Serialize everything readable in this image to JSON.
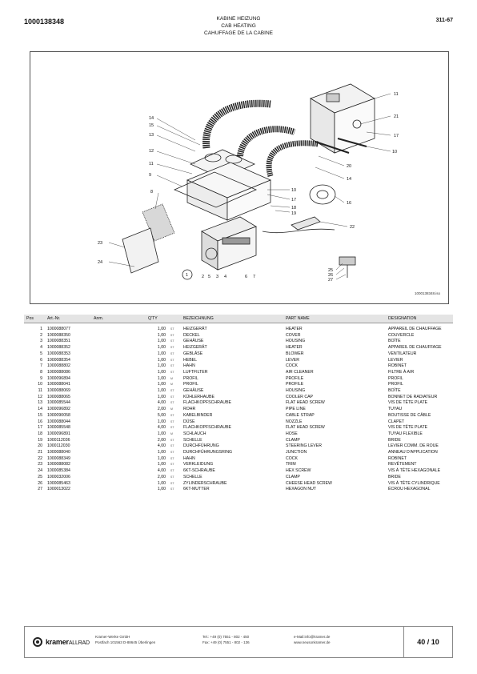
{
  "header": {
    "doc_number": "1000138348",
    "title_de": "KABINE HEIZUNG",
    "title_en": "CAB HEATING",
    "title_fr": "CAHUFFAGE DE LA CABINE",
    "page_code": "311-67"
  },
  "figure": {
    "callouts": [
      "1",
      "2",
      "3",
      "4",
      "5",
      "6",
      "7",
      "8",
      "9",
      "10",
      "11",
      "12",
      "13",
      "14",
      "15",
      "16",
      "17",
      "18",
      "19",
      "20",
      "21",
      "22",
      "23",
      "24",
      "25",
      "26",
      "27"
    ],
    "reference": "1000138348.iso"
  },
  "table": {
    "headers": {
      "pos": "Pos",
      "art": "Art.-Nr.",
      "anm": "Anm.",
      "qty": "Q'TY",
      "bez": "BEZEICHNUNG",
      "pn": "PART NAME",
      "des": "DESIGNATION"
    },
    "rows": [
      {
        "pos": "1",
        "art": "1000088077",
        "qty": "1,00",
        "unit": "ST",
        "bez": "HEIZGERÄT",
        "pn": "HEATER",
        "des": "APPAREIL DE CHAUFFAGE"
      },
      {
        "pos": "2",
        "art": "1000088350",
        "qty": "1,00",
        "unit": "ST",
        "bez": "DECKEL",
        "pn": "COVER",
        "des": "COUVERCLE"
      },
      {
        "pos": "3",
        "art": "1000088351",
        "qty": "1,00",
        "unit": "ST",
        "bez": "GEHÄUSE",
        "pn": "HOUSING",
        "des": "BOÎTE"
      },
      {
        "pos": "4",
        "art": "1000088352",
        "qty": "1,00",
        "unit": "ST",
        "bez": "HEIZGERÄT",
        "pn": "HEATER",
        "des": "APPAREIL DE CHAUFFAGE"
      },
      {
        "pos": "5",
        "art": "1000088353",
        "qty": "1,00",
        "unit": "ST",
        "bez": "GEBLÄSE",
        "pn": "BLOWER",
        "des": "VENTILATEUR"
      },
      {
        "pos": "6",
        "art": "1000088354",
        "qty": "1,00",
        "unit": "ST",
        "bez": "HEBEL",
        "pn": "LEVER",
        "des": "LEVIER"
      },
      {
        "pos": "7",
        "art": "1000088802",
        "qty": "1,00",
        "unit": "ST",
        "bez": "HAHN",
        "pn": "COCK",
        "des": "ROBINET"
      },
      {
        "pos": "8",
        "art": "1000088086",
        "qty": "1,00",
        "unit": "ST",
        "bez": "LUFTFILTER",
        "pn": "AIR CLEANER",
        "des": "FILTRE À AIR"
      },
      {
        "pos": "9",
        "art": "1000096894",
        "qty": "1,00",
        "unit": "M",
        "bez": "PROFIL",
        "pn": "PROFILE",
        "des": "PROFIL"
      },
      {
        "pos": "10",
        "art": "1000088041",
        "qty": "1,00",
        "unit": "M",
        "bez": "PROFIL",
        "pn": "PROFILE",
        "des": "PROFIL"
      },
      {
        "pos": "11",
        "art": "1000088069",
        "qty": "1,00",
        "unit": "ST",
        "bez": "GEHÄUSE",
        "pn": "HOUSING",
        "des": "BOÎTE"
      },
      {
        "pos": "12",
        "art": "1000088065",
        "qty": "1,00",
        "unit": "ST",
        "bez": "KÜHLERHAUBE",
        "pn": "COOLER CAP",
        "des": "BONNET DE RADIATEUR"
      },
      {
        "pos": "13",
        "art": "1000085544",
        "qty": "4,00",
        "unit": "ST",
        "bez": "FLACHKOPFSCHRAUBE",
        "pn": "FLAT HEAD SCREW",
        "des": "VIS DE TÊTE PLATE"
      },
      {
        "pos": "14",
        "art": "1000096892",
        "qty": "2,00",
        "unit": "M",
        "bez": "ROHR",
        "pn": "PIPE LINE",
        "des": "TUYAU"
      },
      {
        "pos": "15",
        "art": "1000090058",
        "qty": "5,00",
        "unit": "ST",
        "bez": "KABELBINDER",
        "pn": "CABLE STRAP",
        "des": "BOUTISSE DE CÂBLE"
      },
      {
        "pos": "16",
        "art": "1000088044",
        "qty": "1,00",
        "unit": "ST",
        "bez": "DÜSE",
        "pn": "NOZZLE",
        "des": "CLAPET"
      },
      {
        "pos": "17",
        "art": "1000085548",
        "qty": "4,00",
        "unit": "ST",
        "bez": "FLACHKOPFSCHRAUBE",
        "pn": "FLAT HEAD SCREW",
        "des": "VIS DE TÊTE PLATE"
      },
      {
        "pos": "18",
        "art": "1000096891",
        "qty": "1,00",
        "unit": "M",
        "bez": "SCHLAUCH",
        "pn": "HOSE",
        "des": "TUYAU FLEXIBLE"
      },
      {
        "pos": "19",
        "art": "1000112036",
        "qty": "2,00",
        "unit": "ST",
        "bez": "SCHELLE",
        "pn": "CLAMP",
        "des": "BRIDE"
      },
      {
        "pos": "20",
        "art": "1000112030",
        "qty": "4,00",
        "unit": "ST",
        "bez": "DURCHFÜHRUNG",
        "pn": "STEERING LEVER",
        "des": "LEVIER COMM. DE ROUE"
      },
      {
        "pos": "21",
        "art": "1000088040",
        "qty": "1,00",
        "unit": "ST",
        "bez": "DURCHFÜHRUNGSRING",
        "pn": "JUNCTION",
        "des": "ANNEAU D'APPLICATION"
      },
      {
        "pos": "22",
        "art": "1000088349",
        "qty": "1,00",
        "unit": "ST",
        "bez": "HAHN",
        "pn": "COCK",
        "des": "ROBINET"
      },
      {
        "pos": "23",
        "art": "1000088082",
        "qty": "1,00",
        "unit": "ST",
        "bez": "VERKLEIDUNG",
        "pn": "TRIM",
        "des": "REVÊTEMENT"
      },
      {
        "pos": "24",
        "art": "1000085384",
        "qty": "4,00",
        "unit": "ST",
        "bez": "6KT-SCHRAUBE",
        "pn": "HEX SCREW",
        "des": "VIS À TÊTE HEXAGONALE"
      },
      {
        "pos": "25",
        "art": "1000032006",
        "qty": "2,00",
        "unit": "ST",
        "bez": "SCHELLE",
        "pn": "CLAMP",
        "des": "BRIDE"
      },
      {
        "pos": "26",
        "art": "1000085463",
        "qty": "1,00",
        "unit": "ST",
        "bez": "ZYLINDERSCHRAUBE",
        "pn": "CHEESE HEAD SCREW",
        "des": "VIS À TÊTE CYLINDRIQUE"
      },
      {
        "pos": "27",
        "art": "1000013022",
        "qty": "1,00",
        "unit": "ST",
        "bez": "6KT-MUTTER",
        "pn": "HEXAGON NUT",
        "des": "ÉCROU HEXAGONAL"
      }
    ]
  },
  "footer": {
    "logo_main": "kramer",
    "logo_sub": "ALLRAD",
    "company": "Kramer-Werke GmbH",
    "address": "Postfach 101563 D-88645 Überlingen",
    "tel": "Tel.: +49 (0) 7551 - 802 - 450",
    "fax": "Fax: +49 (0) 7551 - 802 - 136",
    "email": "e-Mail:info@kramer.de",
    "web": "www.neusonkramer.de",
    "page": "40 / 10"
  }
}
